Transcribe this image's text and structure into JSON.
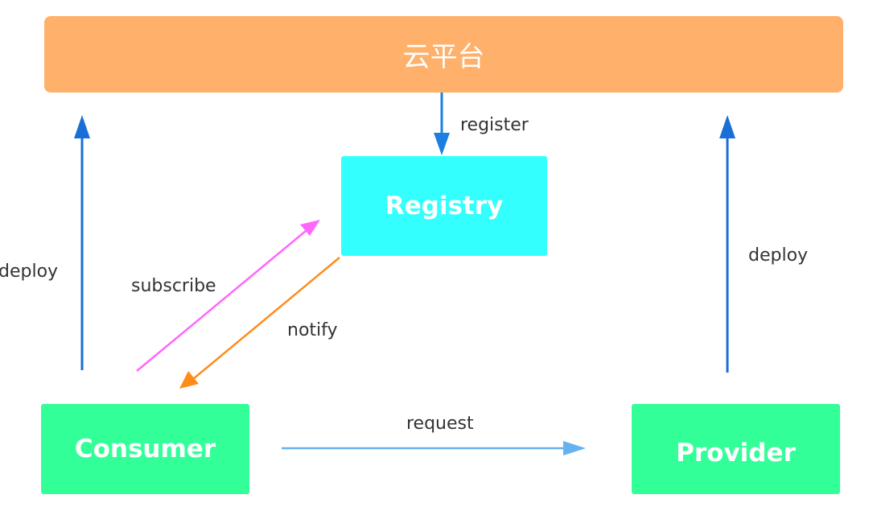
{
  "nodes": {
    "cloud": "云平台",
    "registry": "Registry",
    "consumer": "Consumer",
    "provider": "Provider"
  },
  "edges": {
    "register": "register",
    "subscribe": "subscribe",
    "notify": "notify",
    "request": "request",
    "deploy_left": "deploy",
    "deploy_right": "deploy"
  },
  "colors": {
    "cloud": "#FFB06A",
    "registry": "#33FFFF",
    "consumer": "#33FF99",
    "provider": "#33FF99",
    "register_arrow": "#1A7FE0",
    "deploy_arrow": "#1A6FD6",
    "subscribe_arrow": "#FF66FF",
    "notify_arrow": "#FF8C1A",
    "request_arrow": "#66B2F0"
  }
}
